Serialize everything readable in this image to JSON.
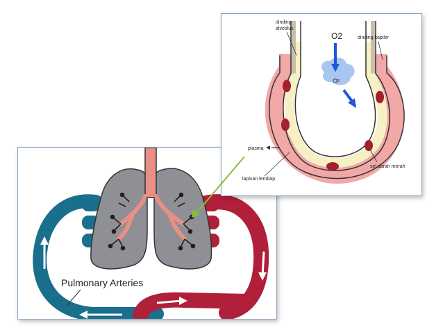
{
  "lung_diagram": {
    "label_pulmonary_arteries": "Pulmonary Arteries"
  },
  "alveolus_diagram": {
    "label_dinding_alveolus": [
      "dinding",
      "alveolus"
    ],
    "label_dinding_kapiler": "dinding kapiler",
    "label_o2": "O2",
    "label_o_star": "O²",
    "label_plasma": "plasma",
    "label_lapisan_lembap": "lapisan lembap",
    "label_sel_darah_merah": "sel darah merah"
  },
  "colors": {
    "vein_blue": "#1a6f8c",
    "artery_red": "#b0203a",
    "lung_gray": "#8f8f96",
    "trachea_pink": "#e98f86",
    "capillary_pink": "#f1a8a6",
    "moist_layer": "#f6f0c4",
    "oxygen_arrow": "#1f58d6",
    "connector_green": "#8bbd3a"
  }
}
